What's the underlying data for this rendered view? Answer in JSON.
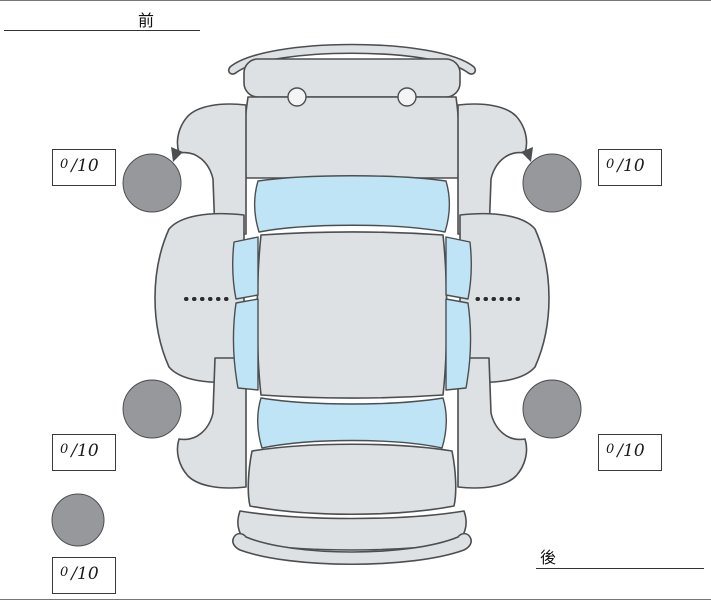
{
  "diagram": {
    "labels": {
      "front": "前",
      "rear": "後"
    }
  },
  "scores": {
    "front_left": {
      "value": "0",
      "denominator": "/10"
    },
    "front_right": {
      "value": "0",
      "denominator": "/10"
    },
    "rear_left": {
      "value": "0",
      "denominator": "/10"
    },
    "rear_right": {
      "value": "0",
      "denominator": "/10"
    },
    "spare": {
      "value": "0",
      "denominator": "/10"
    }
  },
  "colors": {
    "body": "#dde1e4",
    "window": "#bfe4f6",
    "wheel": "#96989b",
    "outline": "#4c4e50"
  }
}
